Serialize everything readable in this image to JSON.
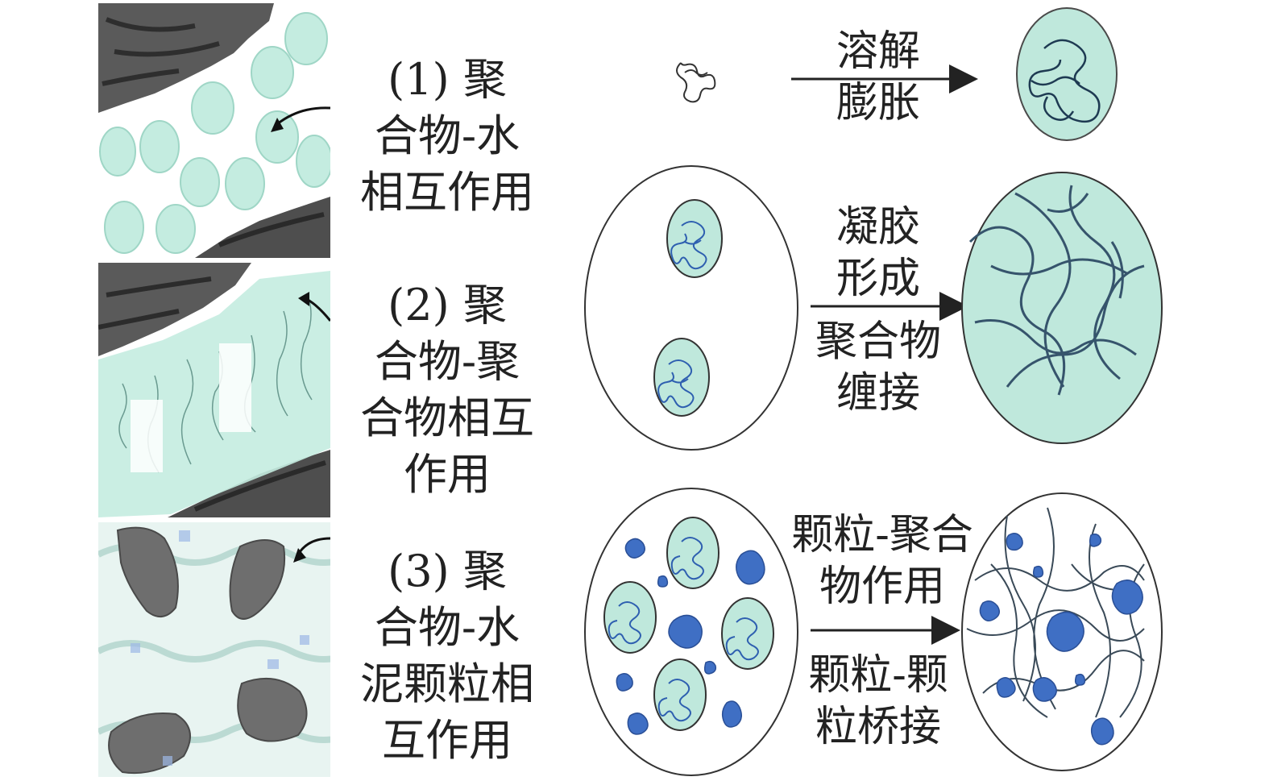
{
  "rows": [
    {
      "label_lines": [
        "(1) 聚",
        "合物-水",
        "相互作用"
      ],
      "step_above": [
        "溶解",
        "膨胀"
      ],
      "step_below": []
    },
    {
      "label_lines": [
        "(2) 聚",
        "合物-聚",
        "合物相互",
        "作用"
      ],
      "step_above": [
        "凝胶",
        "形成"
      ],
      "step_below": [
        "聚合物",
        "缠接"
      ]
    },
    {
      "label_lines": [
        "(3) 聚",
        "合物-水",
        "泥颗粒相",
        "互作用"
      ],
      "step_above": [
        "颗粒-聚合",
        "物作用"
      ],
      "step_below": [
        "颗粒-颗",
        "粒桥接"
      ]
    }
  ],
  "colors": {
    "gel": "#bfe8dc",
    "gel_stroke": "#6fb7a5",
    "particle": "#4a7ccc",
    "chain": "#36546c",
    "rock_dark": "#555555",
    "rock_mid": "#8a8a8a",
    "ink": "#222222"
  }
}
